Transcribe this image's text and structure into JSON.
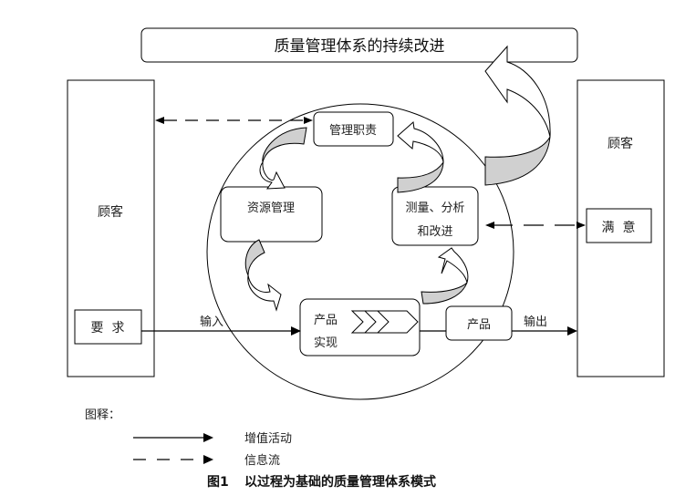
{
  "diagram": {
    "title": "质量管理体系的持续改进",
    "customer_left": {
      "label": "顾客",
      "sub": "要  求"
    },
    "customer_right": {
      "label": "顾客",
      "sub": "满  意"
    },
    "nodes": {
      "management_responsibility": "管理职责",
      "resource_management": "资源管理",
      "measurement_line1": "测量、分析",
      "measurement_line2": "和改进",
      "product_realization_line1": "产品",
      "product_realization_line2": "实现",
      "product": "产品"
    },
    "flows": {
      "input": "输入",
      "output": "输出"
    },
    "legend": {
      "heading": "图释：",
      "items": [
        {
          "style": "solid",
          "label": "增值活动"
        },
        {
          "style": "dashed",
          "label": "信息流"
        }
      ]
    },
    "caption": {
      "number": "图1",
      "text": "以过程为基础的质量管理体系模式"
    }
  },
  "colors": {
    "stroke": "#000000",
    "band_fill": "#d0d0d0",
    "background": "#ffffff"
  }
}
